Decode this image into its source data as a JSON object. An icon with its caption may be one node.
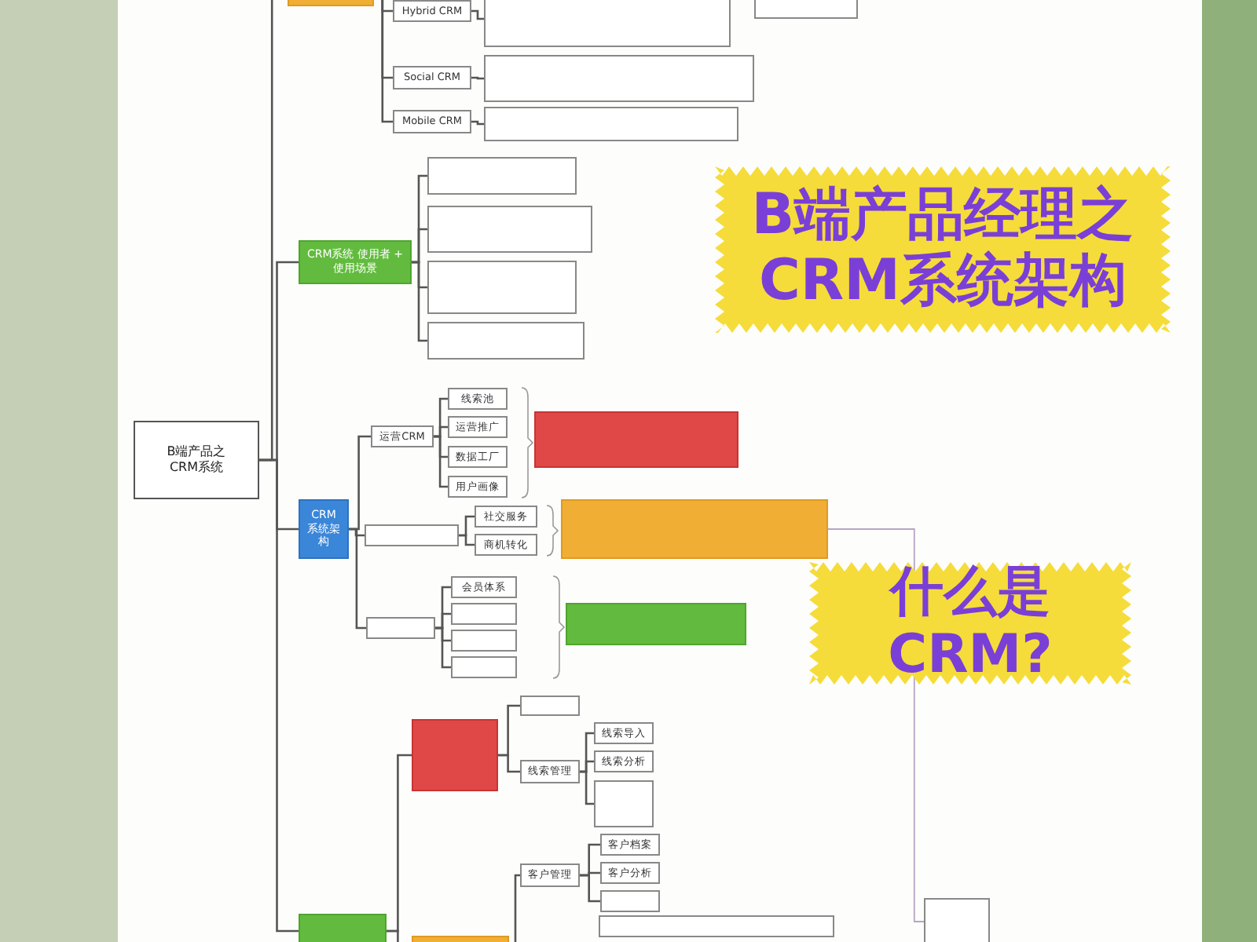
{
  "diagram": {
    "title": "B端产品经理之 CRM系统架构",
    "nodes": [
      {
        "text": [
          "B端产品之 CRM系统"
        ]
      },
      {
        "text": [],
        "shape": "box"
      },
      {
        "text": [
          "Hybrid CRM"
        ]
      },
      {
        "text": [],
        "shape": "box"
      },
      {
        "text": [
          "Social CRM"
        ]
      },
      {
        "text": [],
        "shape": "box"
      },
      {
        "text": [
          "Mobile CRM"
        ]
      },
      {
        "text": [],
        "shape": "box"
      },
      {
        "text": [],
        "shape": "box"
      },
      {
        "text": [
          "CRM系统 使用者 + 使用场景"
        ]
      },
      {
        "text": [],
        "shape": "box"
      },
      {
        "text": [],
        "shape": "box"
      },
      {
        "text": [],
        "shape": "box"
      },
      {
        "text": [],
        "shape": "box"
      },
      {
        "text": [
          "CRM系统架构"
        ]
      },
      {
        "text": [
          "运营CRM"
        ]
      },
      {
        "text": [
          "线索池"
        ]
      },
      {
        "text": [
          "运营推广"
        ]
      },
      {
        "text": [
          "数据工厂"
        ]
      },
      {
        "text": [
          "用户画像"
        ]
      },
      {
        "text": [],
        "shape": "box"
      },
      {
        "text": [],
        "shape": "box"
      },
      {
        "text": [
          "社交服务"
        ]
      },
      {
        "text": [
          "商机转化"
        ]
      },
      {
        "text": [],
        "shape": "box"
      },
      {
        "text": [],
        "shape": "box"
      },
      {
        "text": [
          "会员体系"
        ]
      },
      {
        "text": [],
        "shape": "box"
      },
      {
        "text": [],
        "shape": "box"
      },
      {
        "text": [],
        "shape": "box"
      },
      {
        "text": [],
        "shape": "box"
      },
      {
        "text": [],
        "shape": "box"
      },
      {
        "text": [],
        "shape": "box"
      },
      {
        "text": [
          "线索管理"
        ]
      },
      {
        "text": [
          "线索导入"
        ]
      },
      {
        "text": [
          "线索分析"
        ]
      },
      {
        "text": [],
        "shape": "box"
      },
      {
        "text": [
          "客户管理"
        ]
      },
      {
        "text": [
          "客户档案"
        ]
      },
      {
        "text": [
          "客户分析"
        ]
      },
      {
        "text": [],
        "shape": "box"
      },
      {
        "text": [],
        "shape": "box"
      },
      {
        "text": [],
        "shape": "box"
      },
      {
        "text": [],
        "shape": "box"
      },
      {
        "text": [],
        "shape": "box"
      }
    ],
    "edges": [
      {
        "from": 0,
        "to": 1,
        "arrow": "none"
      },
      {
        "from": 0,
        "to": 9,
        "arrow": "none"
      },
      {
        "from": 0,
        "to": 14,
        "arrow": "none"
      },
      {
        "from": 0,
        "to": 41,
        "arrow": "none"
      },
      {
        "from": 1,
        "to": 2,
        "arrow": "none"
      },
      {
        "from": 1,
        "to": 4,
        "arrow": "none"
      },
      {
        "from": 1,
        "to": 6,
        "arrow": "none"
      },
      {
        "from": 2,
        "to": 3,
        "arrow": "none"
      },
      {
        "from": 4,
        "to": 5,
        "arrow": "none"
      },
      {
        "from": 6,
        "to": 7,
        "arrow": "none"
      },
      {
        "from": 9,
        "to": 10,
        "arrow": "none"
      },
      {
        "from": 9,
        "to": 11,
        "arrow": "none"
      },
      {
        "from": 9,
        "to": 12,
        "arrow": "none"
      },
      {
        "from": 9,
        "to": 13,
        "arrow": "none"
      },
      {
        "from": 14,
        "to": 15,
        "arrow": "none"
      },
      {
        "from": 14,
        "to": 21,
        "arrow": "none"
      },
      {
        "from": 14,
        "to": 25,
        "arrow": "none"
      },
      {
        "from": 15,
        "to": 16,
        "arrow": "none"
      },
      {
        "from": 15,
        "to": 17,
        "arrow": "none"
      },
      {
        "from": 15,
        "to": 18,
        "arrow": "none"
      },
      {
        "from": 15,
        "to": 19,
        "arrow": "none"
      },
      {
        "from": 21,
        "to": 22,
        "arrow": "none"
      },
      {
        "from": 21,
        "to": 23,
        "arrow": "none"
      },
      {
        "from": 25,
        "to": 26,
        "arrow": "none"
      },
      {
        "from": 25,
        "to": 27,
        "arrow": "none"
      },
      {
        "from": 25,
        "to": 28,
        "arrow": "none"
      },
      {
        "from": 25,
        "to": 29,
        "arrow": "none"
      },
      {
        "from": 41,
        "to": 31,
        "arrow": "none"
      },
      {
        "from": 41,
        "to": 44,
        "arrow": "none"
      },
      {
        "from": 31,
        "to": 32,
        "arrow": "none"
      },
      {
        "from": 31,
        "to": 33,
        "arrow": "none"
      },
      {
        "from": 33,
        "to": 34,
        "arrow": "none"
      },
      {
        "from": 33,
        "to": 35,
        "arrow": "none"
      },
      {
        "from": 33,
        "to": 36,
        "arrow": "none"
      },
      {
        "from": 44,
        "to": 37,
        "arrow": "none"
      },
      {
        "from": 37,
        "to": 38,
        "arrow": "none"
      },
      {
        "from": 37,
        "to": 39,
        "arrow": "none"
      },
      {
        "from": 37,
        "to": 40,
        "arrow": "none"
      },
      {
        "from": 24,
        "to": 43,
        "arrow": "none",
        "color": "#b8a3c8"
      }
    ],
    "labels": [
      "什么是CRM?"
    ]
  }
}
